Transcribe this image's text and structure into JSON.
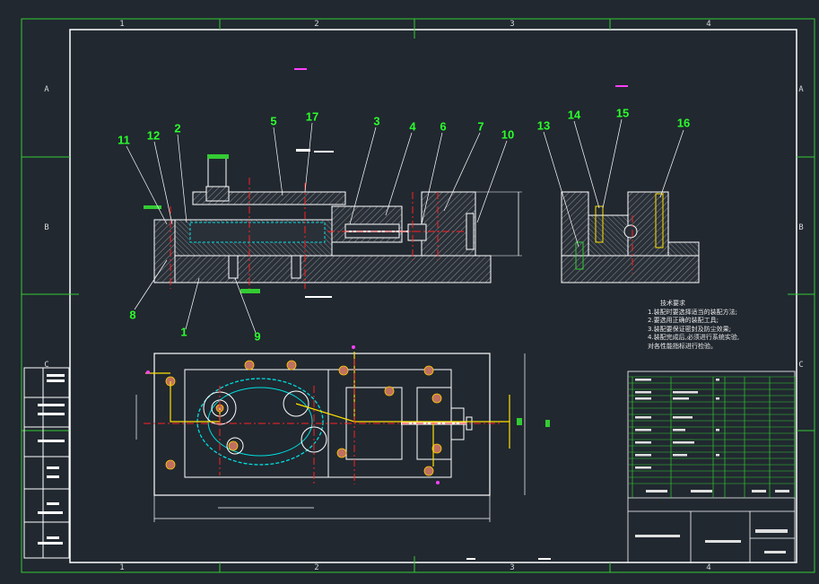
{
  "drawing": {
    "zone_columns": [
      "1",
      "2",
      "3",
      "4"
    ],
    "zone_rows": [
      "A",
      "B",
      "C"
    ]
  },
  "part_labels": [
    "1",
    "2",
    "3",
    "4",
    "5",
    "6",
    "7",
    "8",
    "9",
    "10",
    "11",
    "12",
    "13",
    "14",
    "15",
    "16",
    "17"
  ],
  "technical_requirements": {
    "title": "技术要求",
    "items": [
      "1.装配时要选择适当的装配方法;",
      "2.要选用正确的装配工具;",
      "3.装配要保证密封及防尘效果;",
      "4.装配完成后,必须进行系统实验,",
      "对各性能指标进行检验。"
    ]
  },
  "colors": {
    "background": "#212830",
    "frame": "#ffffff",
    "border": "#33cc33",
    "balloon": "#2bff2b",
    "centerline": "#ff2020",
    "hidden": "#00e0e0",
    "dimension": "#ffe000",
    "magenta": "#ff40ff"
  }
}
